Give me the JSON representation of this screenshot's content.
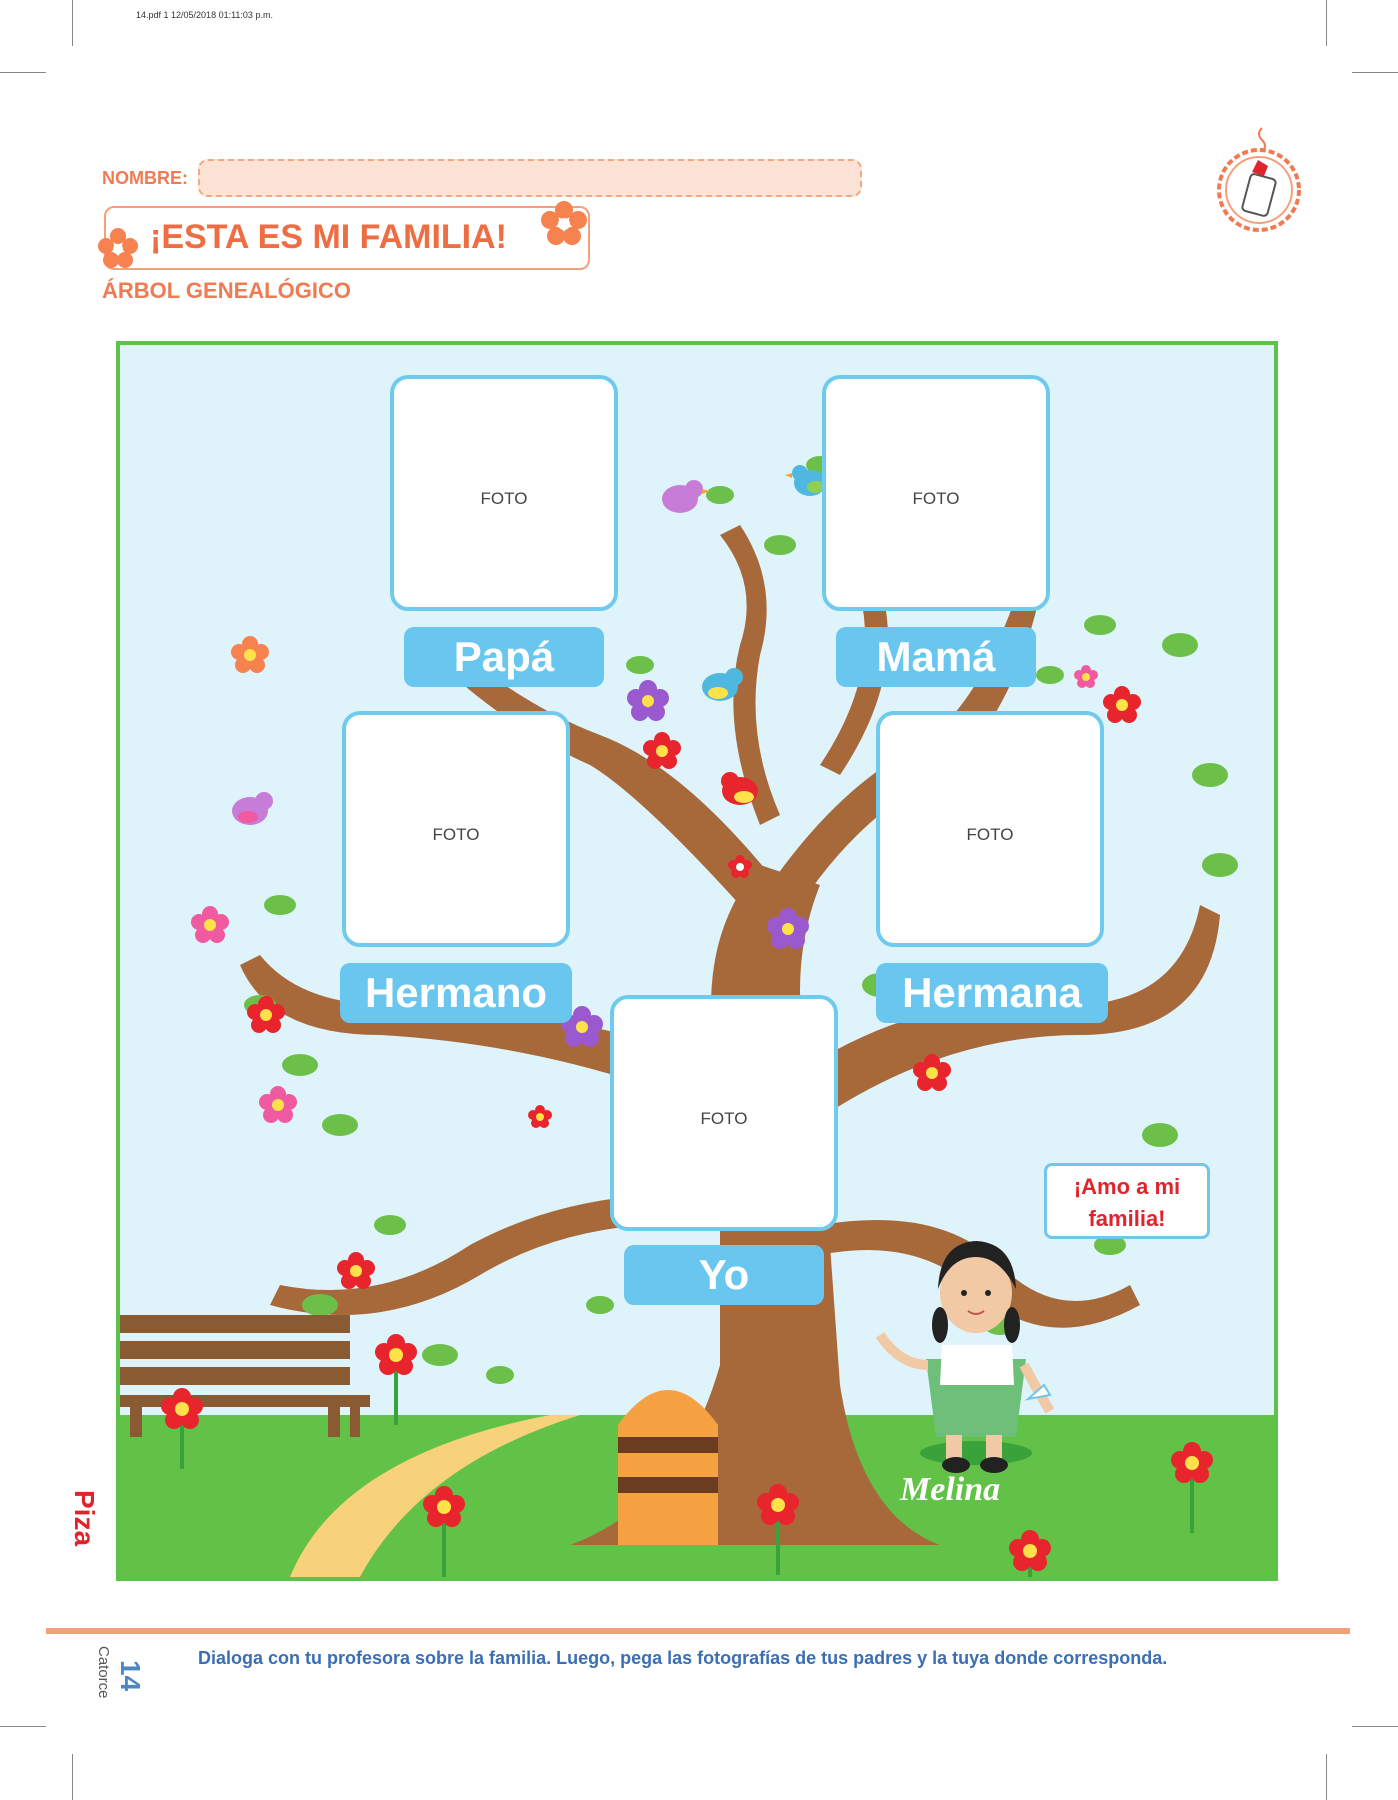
{
  "header": {
    "file_stamp": "14.pdf  1  12/05/2018  01:11:03 p.m.",
    "nombre_label": "NOMBRE:",
    "title": "¡ESTA ES MI FAMILIA!",
    "subtitle": "ÁRBOL GENEALÓGICO",
    "activity_icon": "glue-bottle-icon"
  },
  "tree": {
    "photo_placeholder": "FOTO",
    "members": [
      {
        "label": "Papá"
      },
      {
        "label": "Mamá"
      },
      {
        "label": "Hermano"
      },
      {
        "label": "Hermana"
      },
      {
        "label": "Yo"
      }
    ],
    "speech_bubble": "¡Amo a mi familia!",
    "character_name": "Melina"
  },
  "footer": {
    "page_number": "14",
    "page_word": "Catorce",
    "instruction": "Dialoga con tu profesora sobre la familia. Luego, pega las fotografías de tus padres y la tuya donde corresponda.",
    "brand": "Piza"
  },
  "colors": {
    "accent_orange": "#ef6d43",
    "label_blue": "#68c6ef",
    "sky": "#dff3fb",
    "grass": "#62c247",
    "trunk": "#a8693a"
  }
}
